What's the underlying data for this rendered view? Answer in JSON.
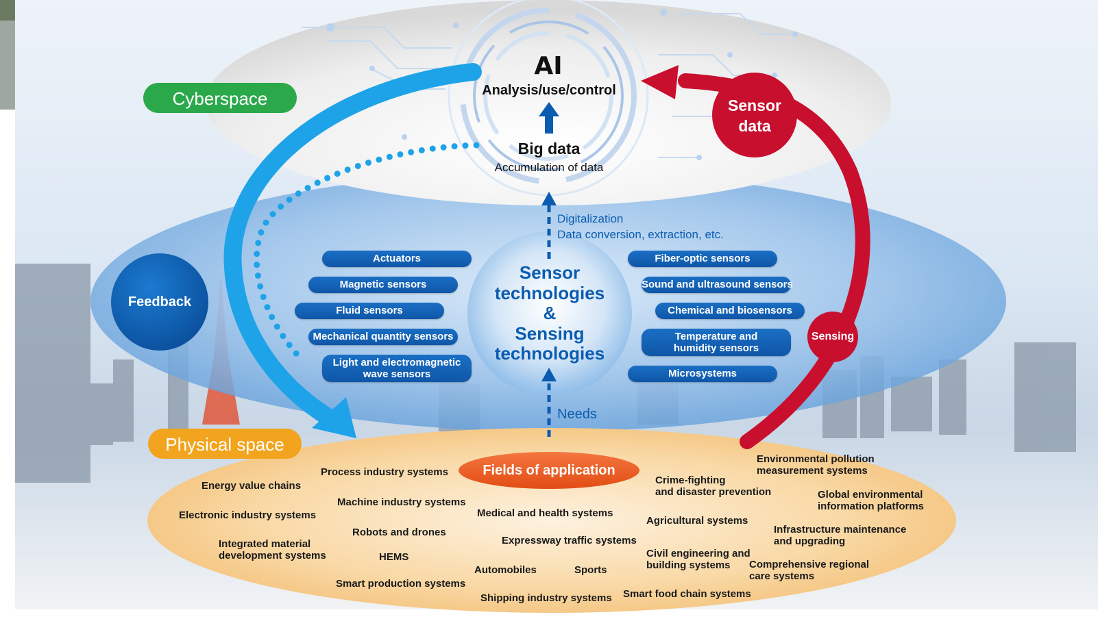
{
  "colors": {
    "cyberspace": "#2aa84a",
    "physical": "#f2a41e",
    "sensor_red": "#c8102e",
    "feedback_blue": "#0b61b5",
    "arrow_blue": "#1ea3e8",
    "fields_orange": "#ef5a1e",
    "text_blue": "#0b5cb0"
  },
  "top": {
    "ai": "AI",
    "analysis": "Analysis/use/control",
    "big_data": "Big data",
    "accumulation": "Accumulation of data"
  },
  "labels": {
    "cyberspace": "Cyberspace",
    "physical_space": "Physical space",
    "feedback": "Feedback",
    "sensor_data_1": "Sensor",
    "sensor_data_2": "data",
    "sensing": "Sensing",
    "fields": "Fields of application",
    "needs": "Needs",
    "digitalization_1": "Digitalization",
    "digitalization_2": "Data conversion, extraction, etc."
  },
  "center": {
    "line1": "Sensor",
    "line2": "technologies",
    "line3": "&",
    "line4": "Sensing",
    "line5": "technologies"
  },
  "left_pills": [
    "Actuators",
    "Magnetic sensors",
    "Fluid sensors",
    "Mechanical quantity sensors",
    "Light and electromagnetic\nwave sensors"
  ],
  "right_pills": [
    "Fiber-optic sensors",
    "Sound and ultrasound sensors",
    "Chemical and biosensors",
    "Temperature and\nhumidity sensors",
    "Microsystems"
  ],
  "fields": [
    "Energy value chains",
    "Electronic industry systems",
    "Integrated material\ndevelopment systems",
    "Process industry systems",
    "Machine industry systems",
    "Robots and drones",
    "HEMS",
    "Smart production systems",
    "Medical and health systems",
    "Expressway traffic systems",
    "Automobiles",
    "Sports",
    "Shipping industry systems",
    "Crime-fighting\nand disaster prevention",
    "Agricultural systems",
    "Civil engineering and\nbuilding systems",
    "Smart food chain systems",
    "Environmental pollution\nmeasurement systems",
    "Global environmental\ninformation platforms",
    "Infrastructure maintenance\nand upgrading",
    "Comprehensive regional\ncare systems"
  ]
}
